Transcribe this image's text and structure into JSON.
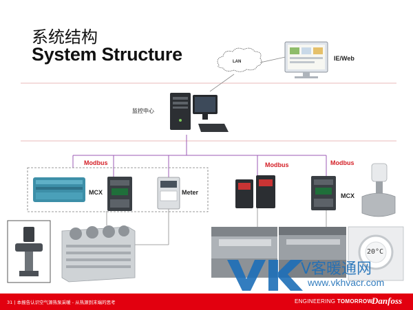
{
  "slide": {
    "title_cn": "系统结构",
    "title_en": "System Structure"
  },
  "network": {
    "lan_label": "LAN",
    "ieweb_label": "IE/Web",
    "control_center_label": "监控中心"
  },
  "devices": {
    "modbus_labels": [
      "Modbus",
      "Modbus",
      "Modbus"
    ],
    "mcx_left": "MCX",
    "mcx_right": "MCX",
    "meter_label": "Meter",
    "thermostat_reading": "20°C"
  },
  "footer": {
    "page_text": "31  |  本报告认识空气源热泵采暖 - 从热源到末端的思考",
    "tagline_light": "ENGINEERING ",
    "tagline_bold": "TOMORROW",
    "brand_logo": "Danfoss"
  },
  "watermark": {
    "brand_letters": "VK",
    "brand_cn": "V客暖通网",
    "url": "www.vkhvacr.com"
  },
  "colors": {
    "accent_red": "#e2000f",
    "bus_purple": "#9b59b6",
    "watermark_blue": "#1d6fb8"
  }
}
